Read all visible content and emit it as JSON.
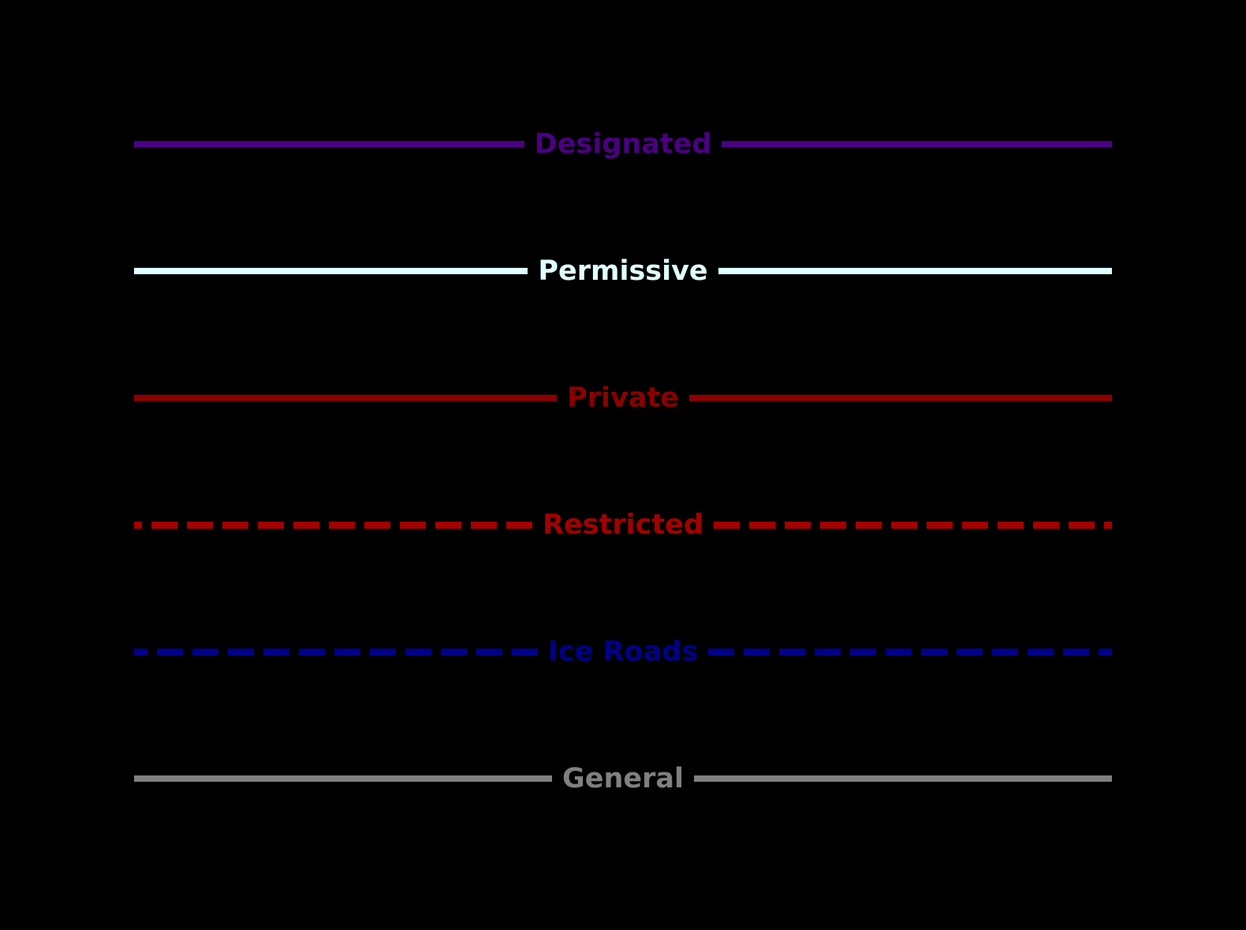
{
  "chart_data": {
    "type": "table",
    "title": "",
    "background": "#000000",
    "legend_position": "full-figure",
    "entries": [
      {
        "label": "Designated",
        "color": "#4B0082",
        "line_style": "solid"
      },
      {
        "label": "Permissive",
        "color": "#E0FFFF",
        "line_style": "solid"
      },
      {
        "label": "Private",
        "color": "#8B0000",
        "line_style": "solid"
      },
      {
        "label": "Restricted",
        "color": "#A40000",
        "line_style": "dashed"
      },
      {
        "label": "Ice Roads",
        "color": "#00008B",
        "line_style": "dashed"
      },
      {
        "label": "General",
        "color": "#808080",
        "line_style": "solid"
      }
    ]
  }
}
